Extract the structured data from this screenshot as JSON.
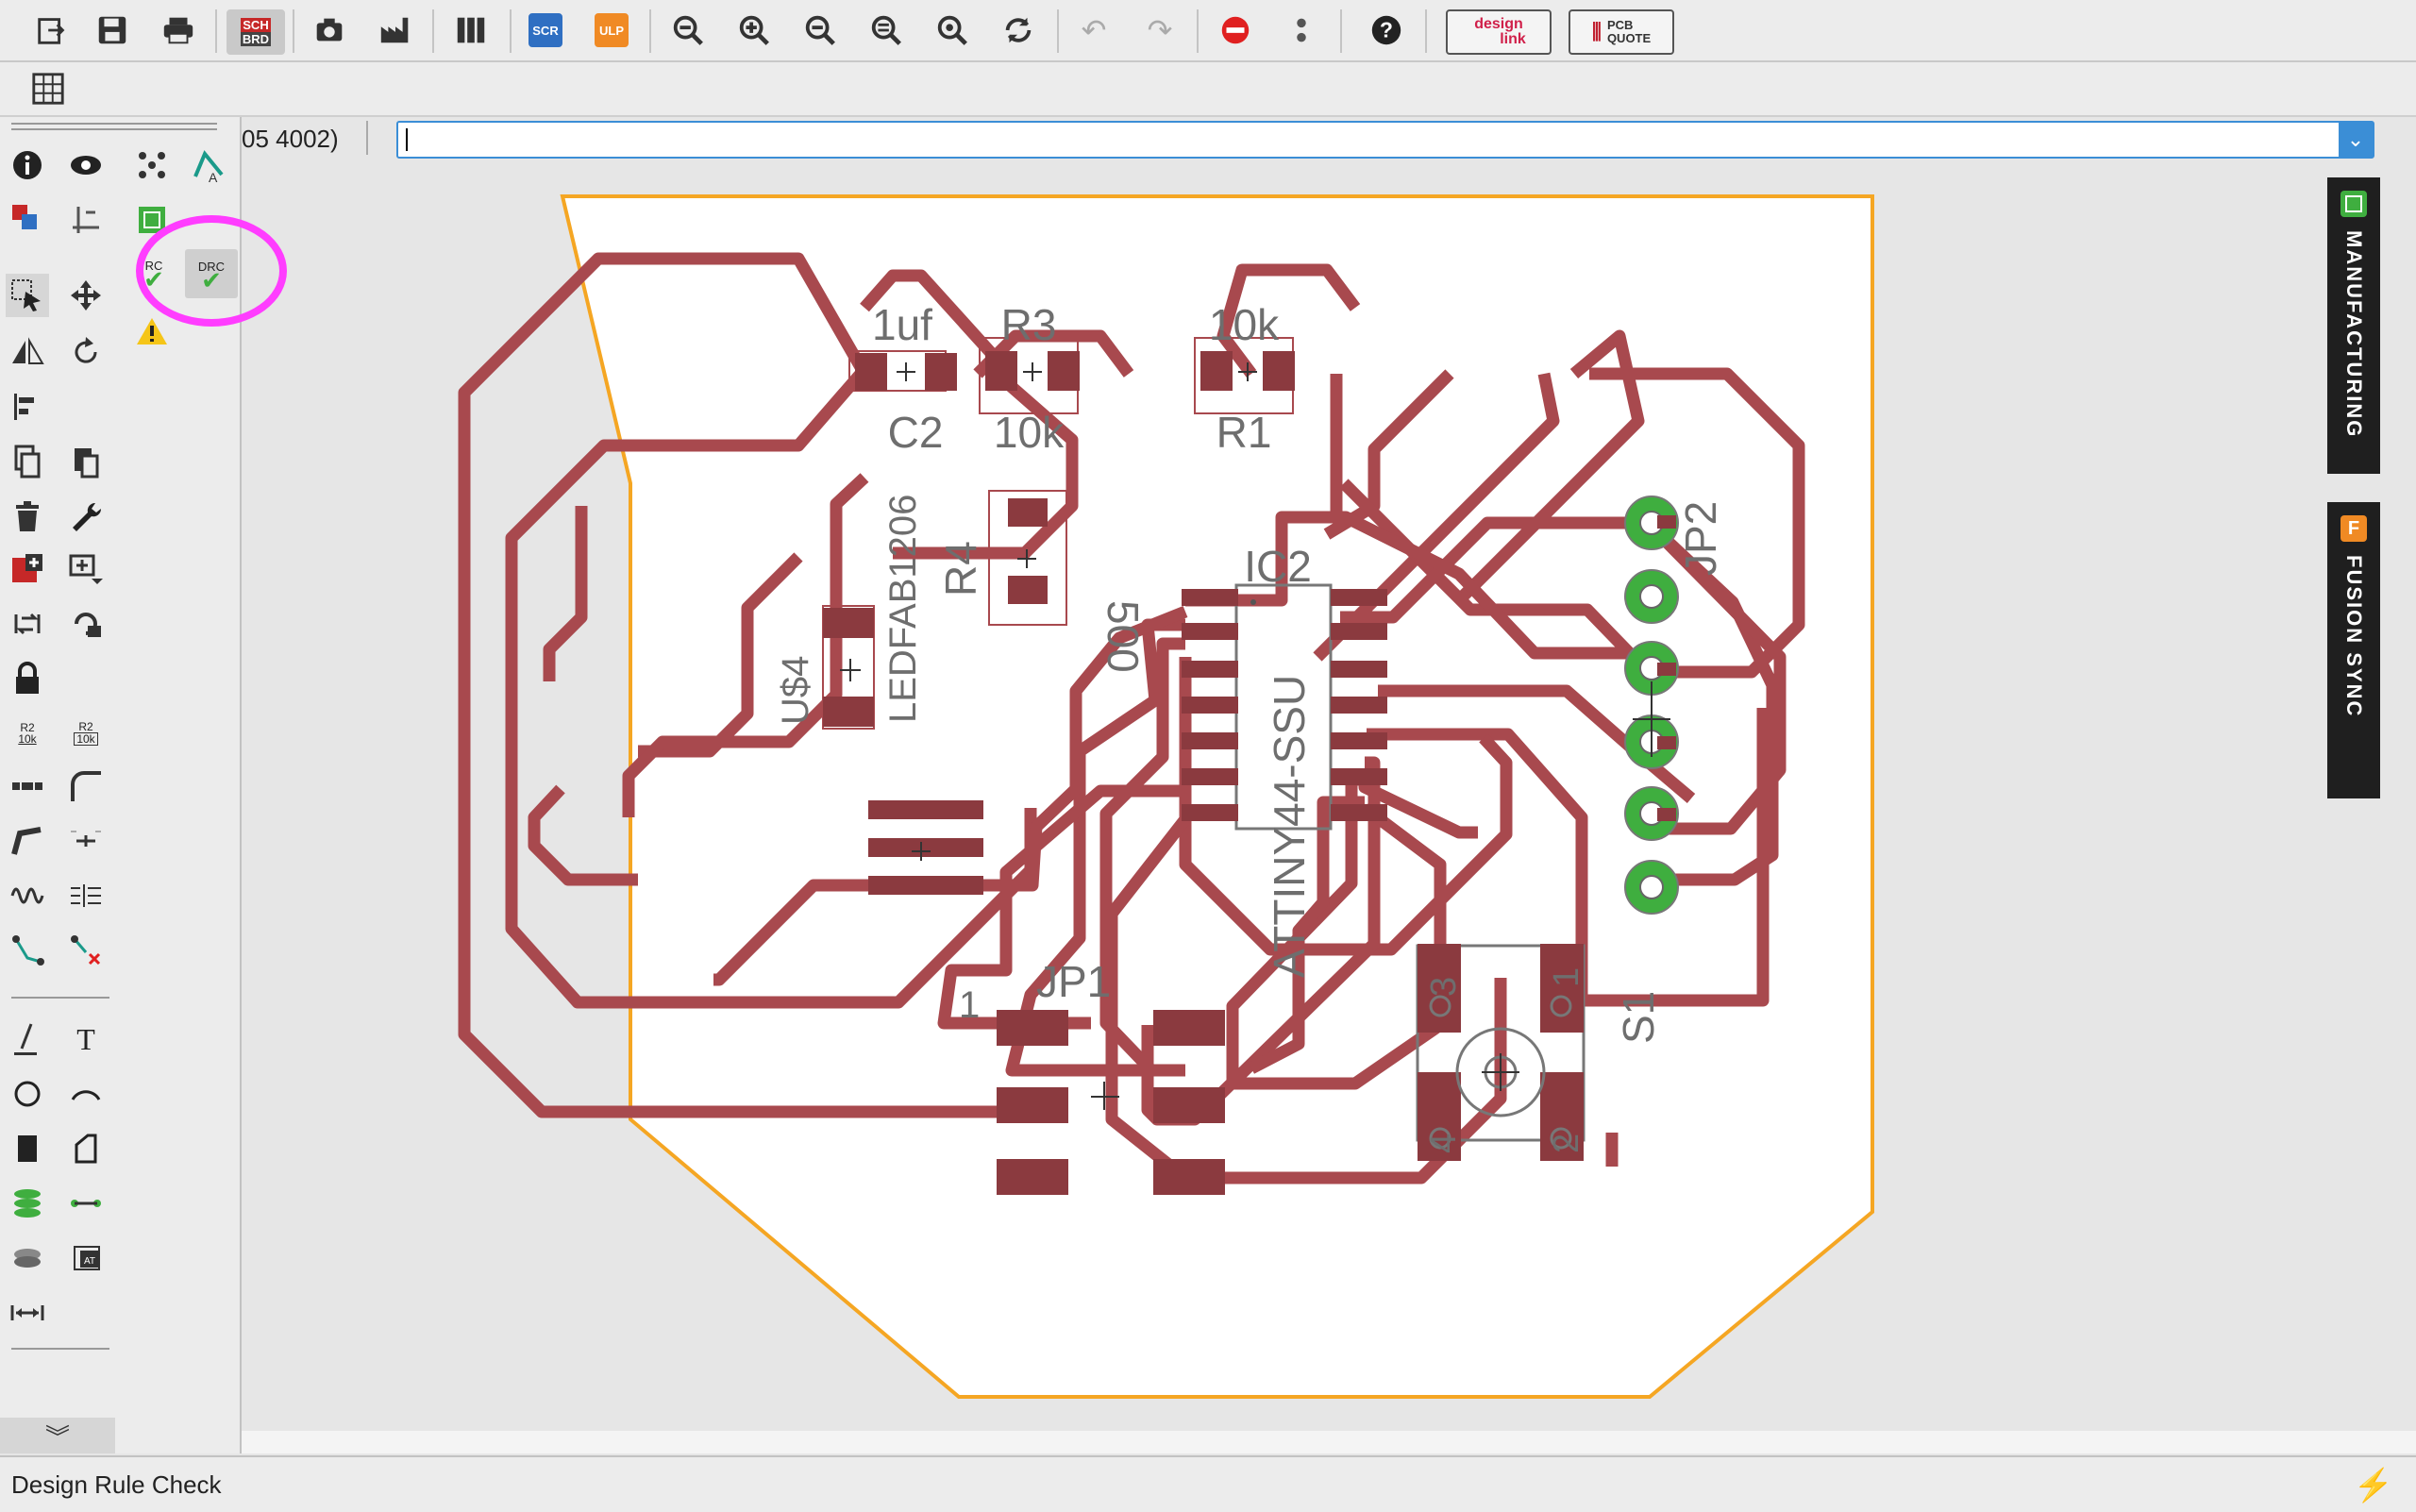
{
  "toolbar": {
    "sch_brd_top": "SCH",
    "sch_brd_bottom": "BRD",
    "scr_label": "SCR",
    "ulp_label": "ULP",
    "design_link_top": "design",
    "design_link_bottom": "link",
    "pcb_quote_top": "PCB",
    "pcb_quote_bottom": "QUOTE"
  },
  "command": {
    "coordinate_text": "05 4002)",
    "value": ""
  },
  "left_panel": {
    "erc_label": "RC",
    "drc_label": "DRC",
    "r2_label": "R2",
    "r2_value": "10k"
  },
  "right_dock": {
    "manufacturing": "MANUFACTURING",
    "fusion_sync": "FUSION SYNC"
  },
  "board": {
    "labels": {
      "c2_value": "1uf",
      "c2_name": "C2",
      "r3_name": "R3",
      "r3_value": "10k",
      "r1_value": "10k",
      "r1_name": "R1",
      "r4_name": "R4",
      "r4_value": "500",
      "led_name": "LEDFAB1206",
      "us4_name": "U$4",
      "ic2_name": "IC2",
      "ic2_value": "ATTINY44-SSU",
      "jp1_name": "JP1",
      "jp1_pin": "1",
      "jp2_name": "JP2",
      "s1_name": "S1",
      "s1_pin3": "3",
      "s1_pin1": "1",
      "s1_pin4": "4",
      "s1_pin2": "2"
    },
    "colors": {
      "trace": "#a8494e",
      "pad": "#8b3a3f",
      "outline": "#f5a623",
      "via_green": "#3fae3f",
      "silk": "#6e6e6e",
      "highlight": "#ff3dff"
    }
  },
  "status": {
    "text": "Design Rule Check"
  }
}
